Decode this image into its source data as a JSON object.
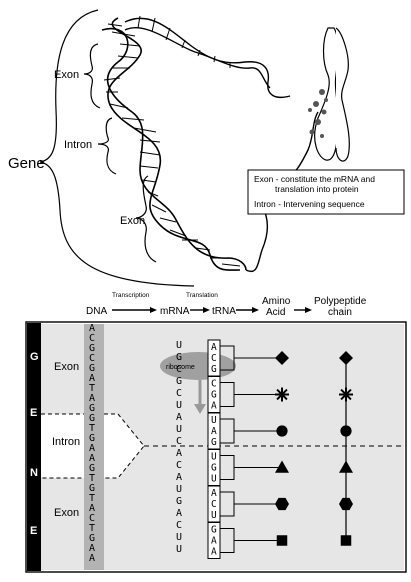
{
  "top": {
    "gene_label": "Gene",
    "exon1_label": "Exon",
    "intron_label": "Intron",
    "exon2_label": "Exon"
  },
  "legend": {
    "line1": "Exon - constitute the mRNA and",
    "line2": "translation into protein",
    "line3": "Intron -  Intervening sequence"
  },
  "flow": {
    "dna": "DNA",
    "transcription": "Transcription",
    "mrna": "mRNA",
    "translation": "Translation",
    "trna": "tRNA",
    "amino1": "Amino",
    "amino2": "Acid",
    "poly1": "Polypeptide",
    "poly2": "chain"
  },
  "bottom": {
    "gene_letters": [
      "G",
      "E",
      "N",
      "E"
    ],
    "exon_top": "Exon",
    "intron": "Intron",
    "exon_bottom": "Exon",
    "ribosome": "ribosome",
    "dna_seq": [
      "A",
      "C",
      "G",
      "C",
      "G",
      "A",
      "T",
      "A",
      "G",
      "G",
      "T",
      "G",
      "A",
      "A",
      "G",
      "T",
      "G",
      "T",
      "A",
      "C",
      "T",
      "G",
      "A",
      "A"
    ],
    "mrna_seq": [
      "U",
      "G",
      "C",
      "G",
      "C",
      "U",
      "A",
      "U",
      "C",
      "A",
      "C",
      "A",
      "U",
      "G",
      "A",
      "C",
      "U",
      "U"
    ],
    "codons": [
      [
        "A",
        "C",
        "G"
      ],
      [
        "C",
        "G",
        "A"
      ],
      [
        "U",
        "A",
        "G"
      ],
      [
        "U",
        "G",
        "U"
      ],
      [
        "A",
        "C",
        "U"
      ],
      [
        "G",
        "A",
        "A"
      ]
    ],
    "amino_shapes": [
      "diamond-icon",
      "asterisk-icon",
      "circle-icon",
      "triangle-icon",
      "hexagon-icon",
      "square-icon"
    ]
  },
  "colors": {
    "gene_bar": "#000000",
    "panel": "#e6e6e6",
    "dna_strip": "#b3b3b3",
    "ribosome": "#a0a0a0",
    "intron_box": "#ffffff"
  }
}
